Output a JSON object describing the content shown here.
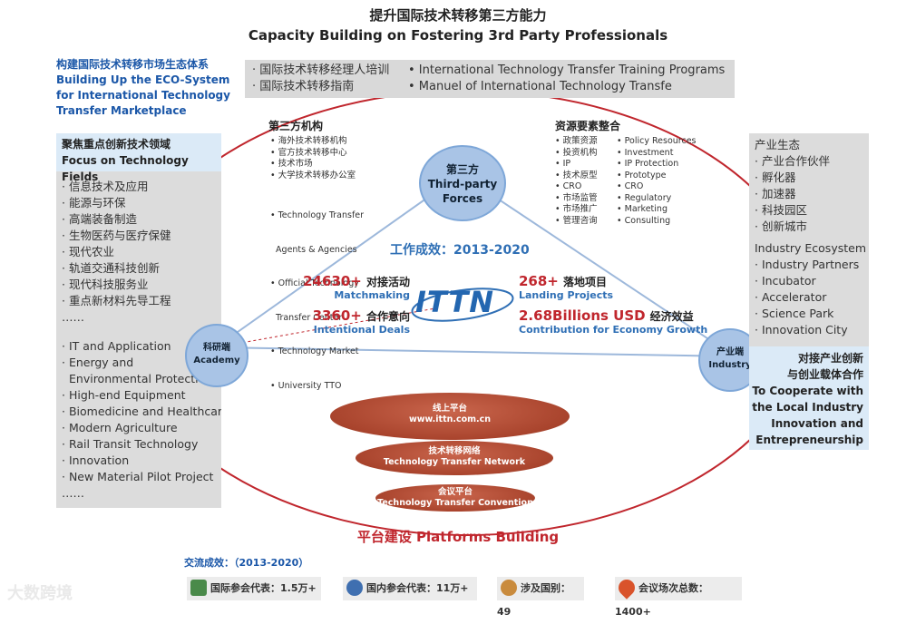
{
  "title": {
    "cn": "提升国际技术转移第三方能力",
    "en": "Capacity Building on Fostering 3rd Party Professionals"
  },
  "eco": {
    "cn": "构建国际技术转移市场生态体系",
    "en_lines": [
      "Building Up the ECO-System",
      "for International Technology",
      "Transfer Marketplace"
    ]
  },
  "training": {
    "cn": [
      "· 国际技术转移经理人培训",
      "· 国际技术转移指南"
    ],
    "en": [
      "• International Technology Transfer Training Programs",
      "• Manuel of International Technology Transfe"
    ]
  },
  "focus": {
    "cn_title": "聚焦重点创新技术领域",
    "en_title": "Focus on Technology Fields",
    "cn_items": [
      "· 信息技术及应用",
      "· 能源与环保",
      "· 高端装备制造",
      "· 生物医药与医疗保健",
      "· 现代农业",
      "· 轨道交通科技创新",
      "· 现代科技服务业",
      "· 重点新材料先导工程",
      "……"
    ],
    "en_items": [
      "· IT and Application",
      "· Energy and",
      "  Environmental Protectio",
      "· High-end Equipment",
      "· Biomedicine and Healthcare",
      "· Modern Agriculture",
      "· Rail Transit Technology",
      "· Innovation",
      "· New Material Pilot Project",
      "……"
    ]
  },
  "third_party_org": {
    "title": "第三方机构",
    "cn_items": [
      "• 海外技术转移机构",
      "• 官方技术转移中心",
      "• 技术市场",
      "• 大学技术转移办公室"
    ],
    "en_items": [
      "• Technology Transfer",
      "  Agents & Agencies",
      "• Official Technology",
      "  Transfer Center",
      "• Technology Market",
      "• University TTO"
    ]
  },
  "resources": {
    "title": "资源要素整合",
    "cn_items": [
      "• 政策资源",
      "• 投资机构",
      "• IP",
      "• 技术原型",
      "• CRO",
      "• 市场监管",
      "• 市场推广",
      "• 管理咨询"
    ],
    "en_items": [
      "• Policy Resources",
      "• Investment",
      "• IP Protection",
      "• Prototype",
      "• CRO",
      "• Regulatory",
      "• Marketing",
      "• Consulting"
    ]
  },
  "nodes": {
    "third": {
      "cn": "第三方",
      "en1": "Third-party",
      "en2": "Forces"
    },
    "academy": {
      "cn": "科研端",
      "en": "Academy"
    },
    "industry": {
      "cn": "产业端",
      "en": "Industry"
    }
  },
  "results": {
    "title": "工作成效：2013-2020",
    "logo": "ITTN",
    "stats": [
      {
        "num": "24630+",
        "cn": "对接活动",
        "en": "Matchmaking"
      },
      {
        "num": "3360+",
        "cn": "合作意向",
        "en": "Intentional Deals"
      },
      {
        "num": "268+",
        "cn": "落地项目",
        "en": "Landing Projects"
      },
      {
        "num": "2.68Billions USD",
        "cn": "经济效益",
        "en": "Contribution for Economy Growth"
      }
    ]
  },
  "ecosystem": {
    "cn_title": "产业生态",
    "cn_items": [
      "· 产业合作伙伴",
      "· 孵化器",
      "· 加速器",
      "· 科技园区",
      "· 创新城市"
    ],
    "en_title": "Industry Ecosystem",
    "en_items": [
      "· Industry Partners",
      "· Incubator",
      "· Accelerator",
      "· Science Park",
      "· Innovation City"
    ],
    "coop_cn": [
      "对接产业创新",
      "与创业载体合作"
    ],
    "coop_en": [
      "To Cooperate with",
      "the Local Industry",
      "Innovation and",
      "Entrepreneurship"
    ]
  },
  "platforms": {
    "online": {
      "cn": "线上平台",
      "en": "www.ittn.com.cn"
    },
    "network": {
      "cn": "技术转移网络",
      "en": "Technology Transfer Network"
    },
    "convention": {
      "cn": "会议平台",
      "en": "Technology Transfer Convention"
    },
    "title": "平台建设 Platforms Building"
  },
  "exchange": {
    "title": "交流成效：（2013-2020）",
    "items": [
      {
        "label": "国际参会代表：",
        "value": "1.5万+",
        "icon": "id-card-icon",
        "color": "#4a8a4a"
      },
      {
        "label": "国内参会代表：",
        "value": "11万+",
        "icon": "people-icon",
        "color": "#3f6fb0"
      },
      {
        "label": "涉及国别：",
        "value": "49",
        "icon": "globe-icon",
        "color": "#c98b3d"
      },
      {
        "label": "会议场次总数：",
        "value": "1400+",
        "icon": "location-pin-icon",
        "color": "#d9532b"
      }
    ]
  },
  "watermark": "大数跨境",
  "colors": {
    "red": "#c0262d",
    "blue": "#2f6fb5",
    "node": "#a9c4e6",
    "platform": "#a9442d"
  }
}
